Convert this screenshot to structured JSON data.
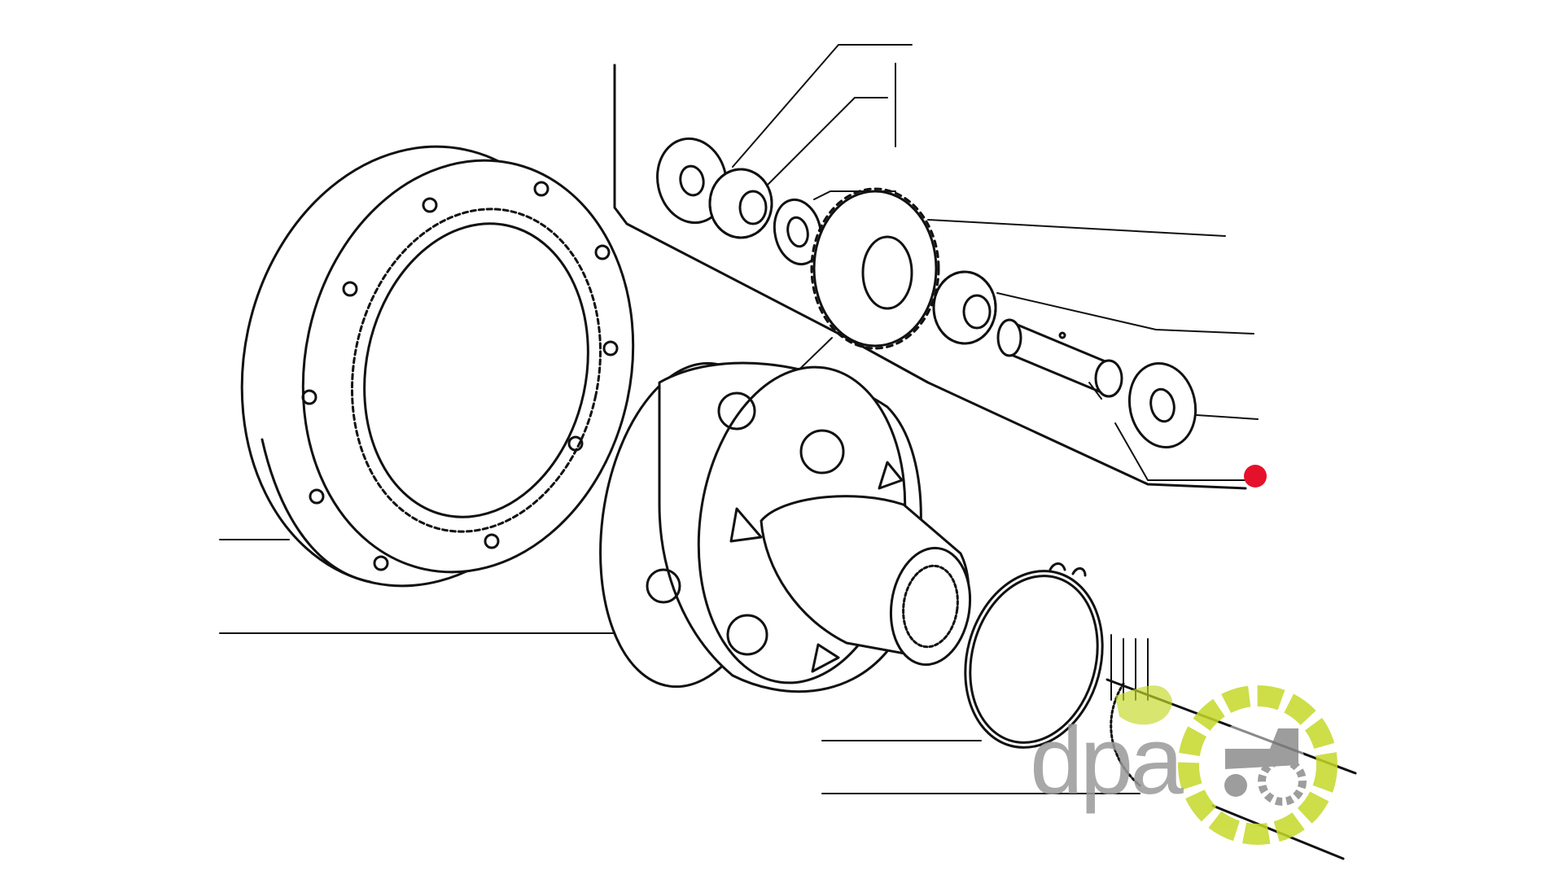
{
  "diagram": {
    "kind": "exploded parts drawing",
    "marker_color": "#e5112a",
    "line_color": "#111111",
    "background": "#ffffff"
  },
  "watermark": {
    "text": "dpa",
    "text_color": "#9a9a9a",
    "gear_color": "#c5d92a",
    "icon": "tractor-gear-logo"
  }
}
